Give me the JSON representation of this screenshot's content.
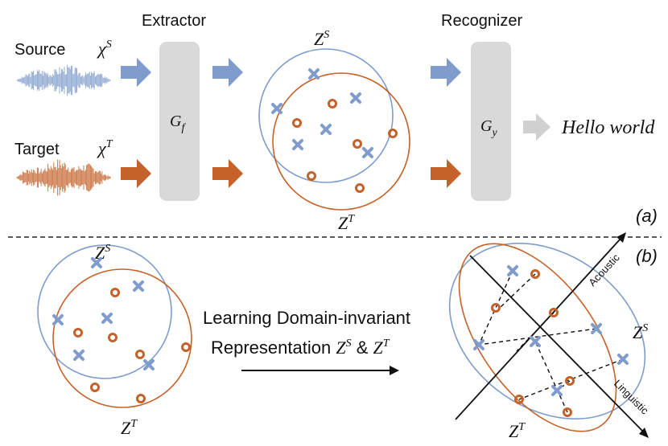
{
  "colors": {
    "source": "#7f9ccc",
    "target": "#c5622a",
    "block": "#d9d9d9",
    "text": "#111111",
    "output": "#d0d0d0"
  },
  "panel_a": {
    "source_label": "Source",
    "target_label": "Target",
    "chi_source": "χ",
    "chi_source_sup": "S",
    "chi_target": "χ",
    "chi_target_sup": "T",
    "extractor_title": "Extractor",
    "extractor_symbol": "G",
    "extractor_sub": "f",
    "recognizer_title": "Recognizer",
    "recognizer_symbol": "G",
    "recognizer_sub": "y",
    "zs": "Z",
    "zs_sup": "S",
    "zt": "Z",
    "zt_sup": "T",
    "output_text": "Hello world",
    "panel_tag": "(a)"
  },
  "panel_b": {
    "zs": "Z",
    "zs_sup": "S",
    "zt": "Z",
    "zt_sup": "T",
    "caption_line1": "Learning Domain-invariant",
    "caption_line2_prefix": "Representation ",
    "caption_z1": "Z",
    "caption_z1_sup": "S",
    "caption_amp": " & ",
    "caption_z2": "Z",
    "caption_z2_sup": "T",
    "right_zs": "Z",
    "right_zs_sup": "S",
    "right_zt": "Z",
    "right_zt_sup": "T",
    "axis_acoustic": "Acoustic",
    "axis_linguistic": "Linguistic",
    "panel_tag": "(b)"
  }
}
